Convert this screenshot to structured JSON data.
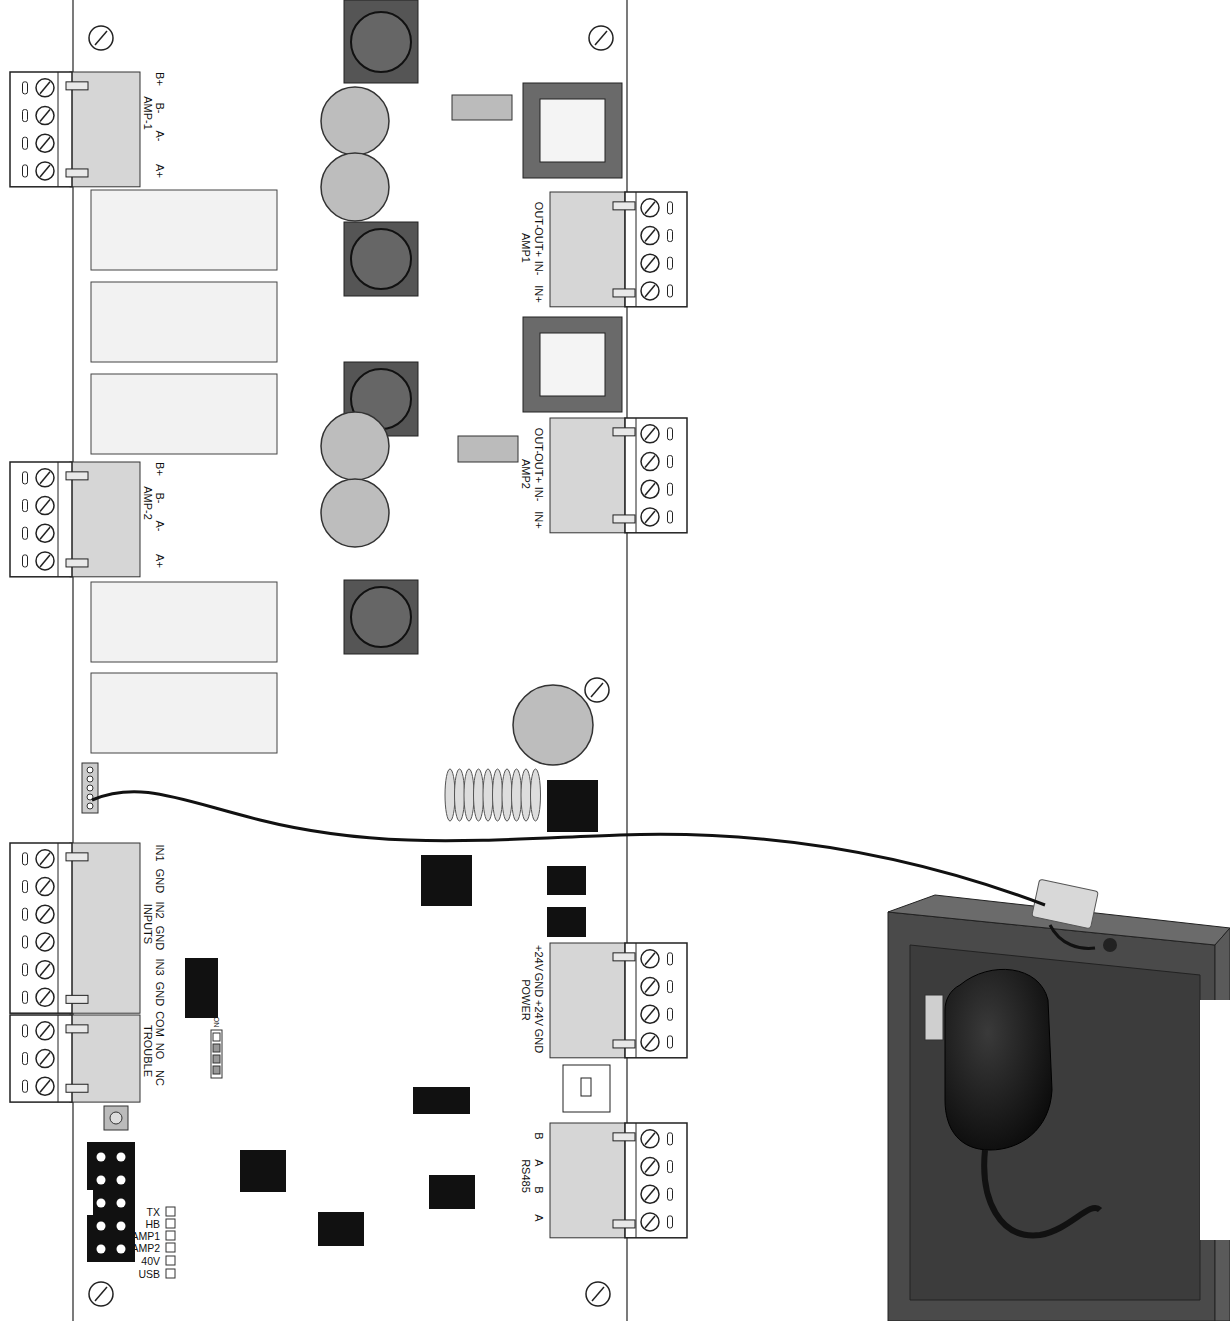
{
  "diagram": {
    "labels": [
      "B+",
      "B-",
      "AMP-1",
      "A-",
      "A+",
      "OUT-",
      "OUT+",
      "IN-",
      "IN+",
      "AMP1",
      "OUT-",
      "OUT+",
      "IN-",
      "IN+",
      "AMP2",
      "B+",
      "B-",
      "AMP-2",
      "A-",
      "A+",
      "IN1",
      "GND",
      "IN2",
      "GND",
      "INPUTS",
      "IN3",
      "GND",
      "COM",
      "NO",
      "NC",
      "TROUBLE",
      "ON",
      "+24V",
      "GND",
      "+24V",
      "GND",
      "POWER",
      "B",
      "A",
      "B",
      "A",
      "RS485",
      "TX",
      "HB",
      "AMP1",
      "AMP2",
      "40V",
      "USB"
    ]
  }
}
